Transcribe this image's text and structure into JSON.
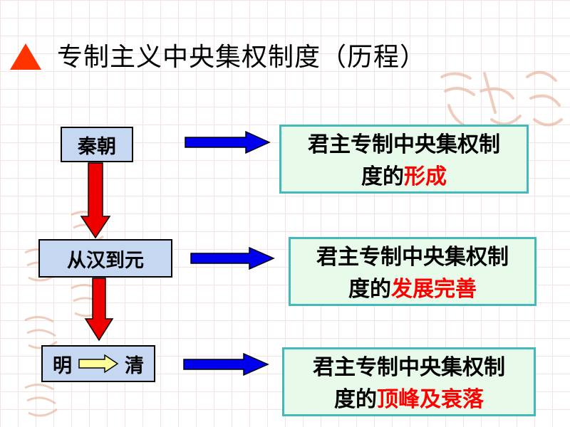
{
  "title": {
    "text": "专制主义中央集权制度（历程）"
  },
  "dynasties": {
    "qin": "秦朝",
    "han_to_yuan": "从汉到元",
    "ming": "明",
    "qing": "清"
  },
  "descriptions": {
    "stage1": {
      "line1": "君主专制中央集权制",
      "prefix": "度的",
      "highlight": "形成"
    },
    "stage2": {
      "line1": "君主专制中央集权制",
      "prefix": "度的",
      "highlight": "发展完善"
    },
    "stage3": {
      "line1": "君主专制中央集权制",
      "prefix": "度的",
      "highlight": "顶峰及衰落"
    }
  },
  "colors": {
    "accent_triangle": "#ff3300",
    "dynasty_box": "#c6d7f2",
    "description_box": "#e8fbea",
    "description_border": "#44b9b9",
    "highlight_text": "#ff0000",
    "horizontal_arrow": "#0000ee",
    "vertical_arrow": "#ee0000",
    "inline_arrow": "#ffff99"
  }
}
